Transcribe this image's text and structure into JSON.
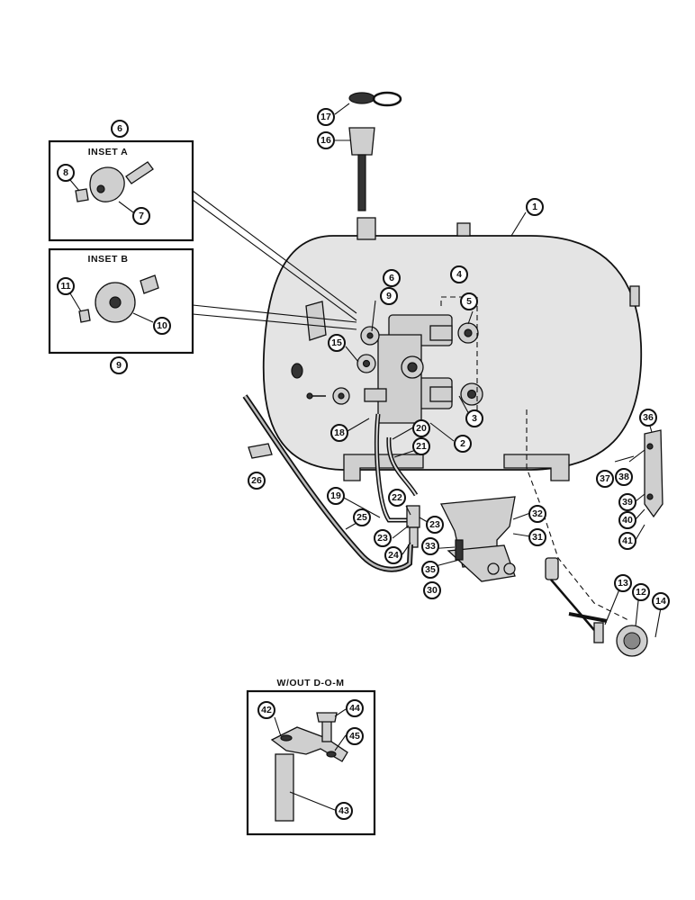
{
  "insets": {
    "a": {
      "title": "INSET A",
      "ref": "6"
    },
    "b": {
      "title": "INSET B",
      "ref": "9"
    },
    "c": {
      "title": "W/OUT D-O-M"
    }
  },
  "callouts": [
    "1",
    "2",
    "3",
    "4",
    "5",
    "6",
    "7",
    "8",
    "9",
    "10",
    "11",
    "12",
    "13",
    "14",
    "15",
    "16",
    "17",
    "18",
    "19",
    "20",
    "21",
    "22",
    "23",
    "24",
    "25",
    "26",
    "30",
    "31",
    "32",
    "33",
    "35",
    "36",
    "37",
    "38",
    "39",
    "40",
    "41",
    "42",
    "43",
    "44",
    "45"
  ]
}
